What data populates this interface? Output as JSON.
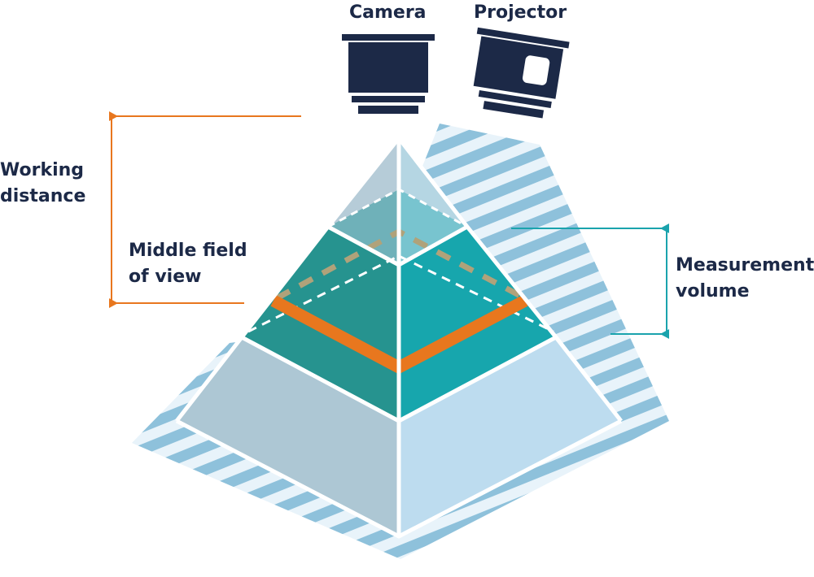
{
  "labels": {
    "camera": "Camera",
    "projector": "Projector",
    "working_distance": [
      "Working",
      "distance"
    ],
    "middle_field_of_view": [
      "Middle field",
      "of view"
    ],
    "measurement_volume": [
      "Measurement",
      "volume"
    ]
  },
  "colors": {
    "navy": "#1c2947",
    "orange": "#e8771e",
    "teal_bracket": "#1aa3ad",
    "stripe_blue": "#8ec1db",
    "stripe_light": "#e8f3fa",
    "pyramid_top_left": "#b6ccd8",
    "pyramid_top_right": "#b5d6e3",
    "band_left": "#6fb1b9",
    "band_right": "#78c4cf",
    "mid_left": "#26938f",
    "mid_right": "#17a6ad",
    "base_left": "#adc7d4",
    "base_right": "#bddcef"
  },
  "icons": [
    "camera-icon",
    "projector-icon"
  ]
}
